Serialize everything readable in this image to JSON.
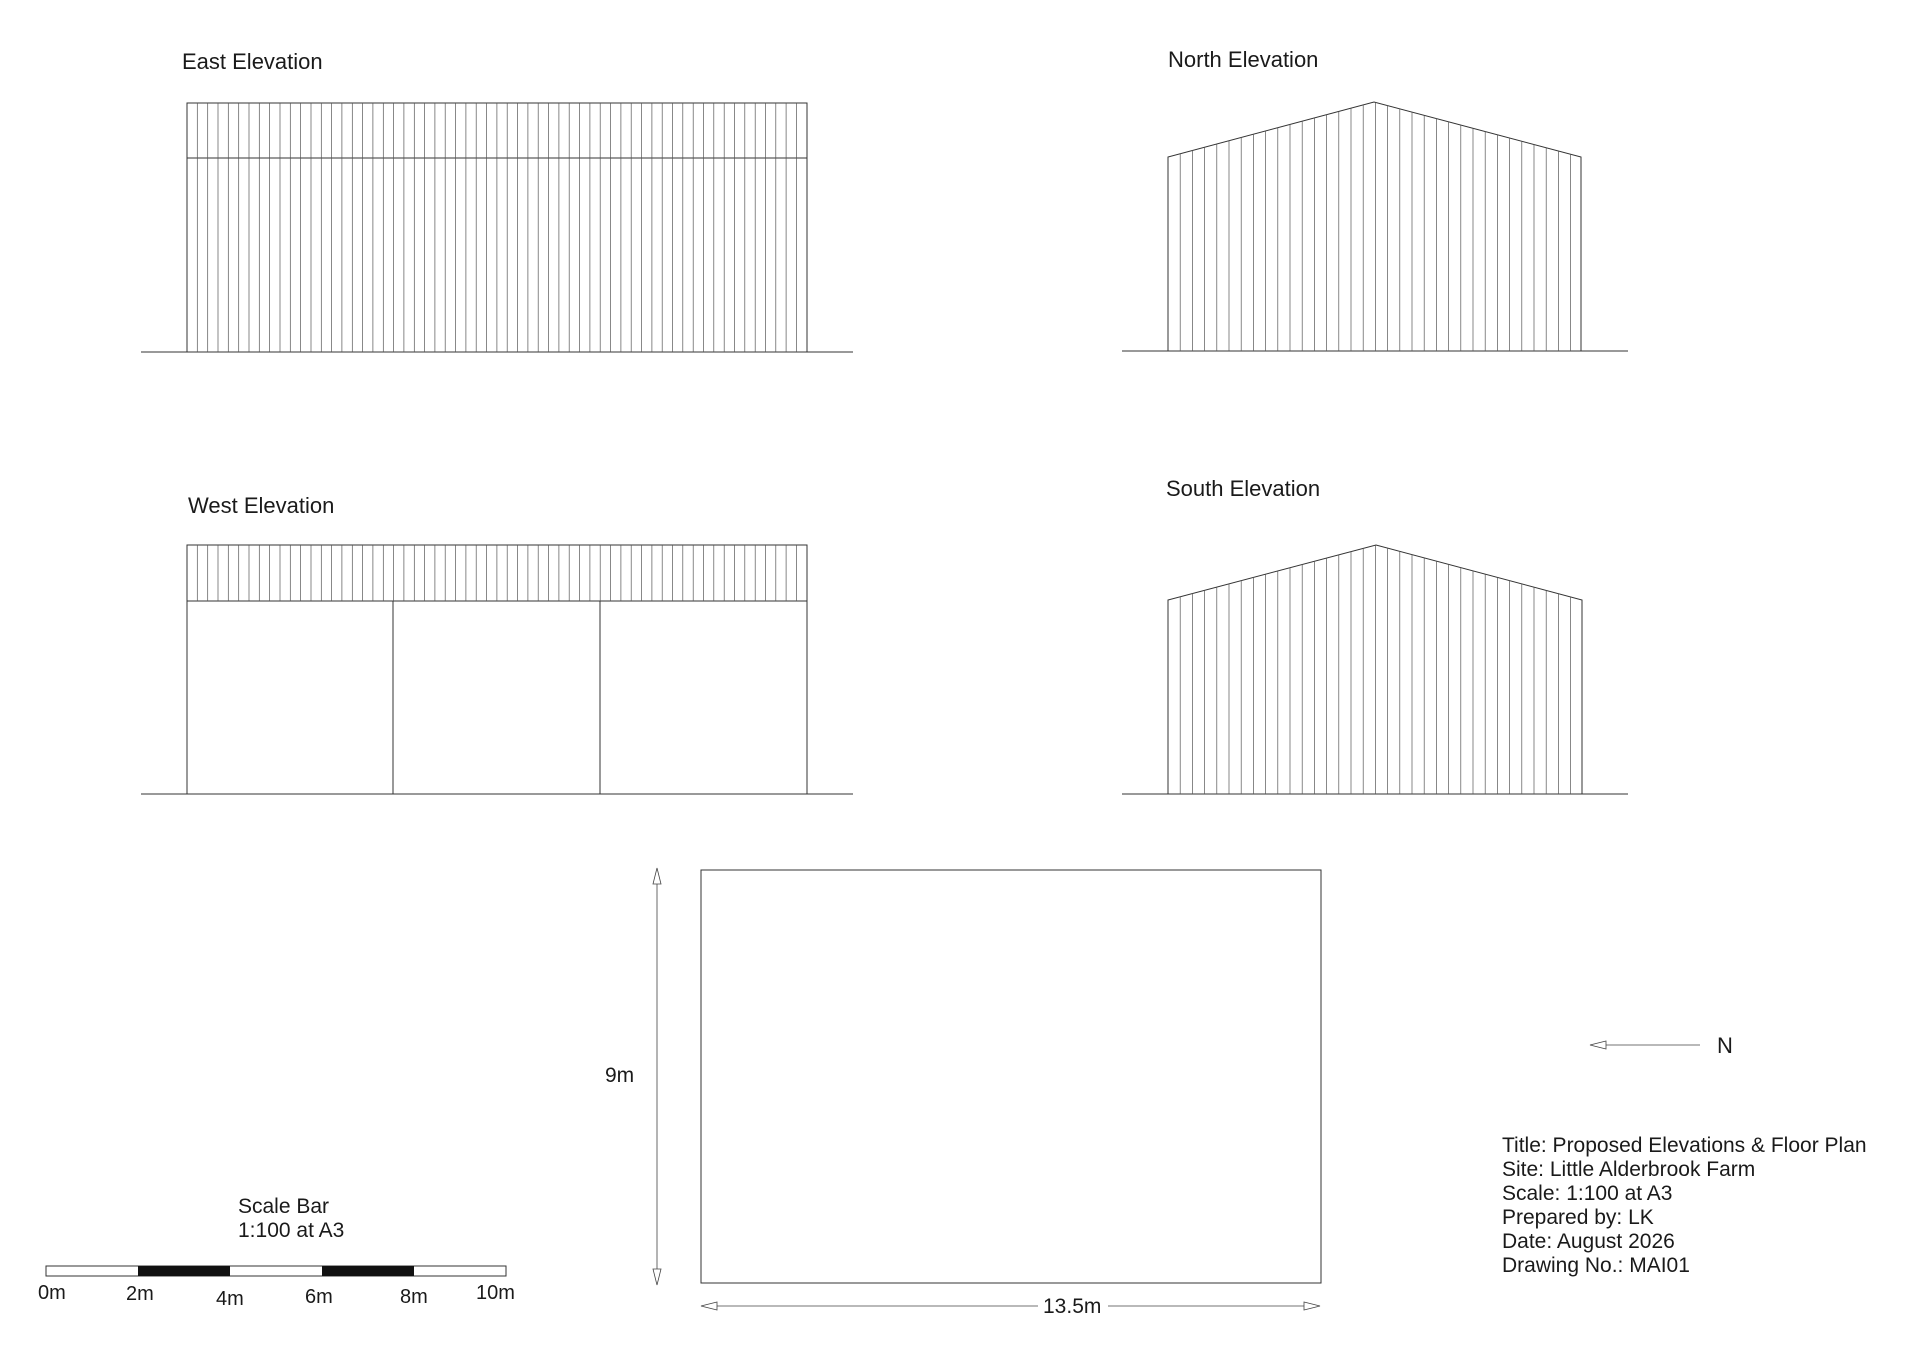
{
  "elevations": {
    "east": {
      "label": "East Elevation"
    },
    "north": {
      "label": "North Elevation"
    },
    "west": {
      "label": "West Elevation"
    },
    "south": {
      "label": "South Elevation"
    }
  },
  "floor_plan": {
    "width_label": "13.5m",
    "depth_label": "9m"
  },
  "north_arrow": {
    "label": "N"
  },
  "scale_bar": {
    "title": "Scale Bar",
    "subtitle": "1:100 at A3",
    "ticks": [
      "0m",
      "2m",
      "4m",
      "6m",
      "8m",
      "10m"
    ]
  },
  "title_block": {
    "title": "Title: Proposed Elevations & Floor Plan",
    "site": "Site: Little Alderbrook Farm",
    "scale": "Scale: 1:100 at A3",
    "prepared_by": "Prepared by: LK",
    "date": "Date: August 2026",
    "drawing_no": "Drawing No.: MAI01"
  }
}
